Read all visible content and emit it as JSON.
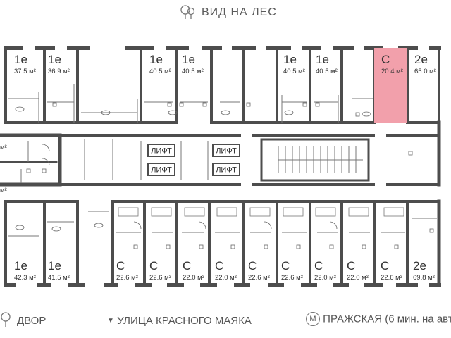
{
  "header": {
    "view_label": "ВИД НА ЛЕС"
  },
  "footer": {
    "yard_label": "ДВОР",
    "street_label": "УЛИЦА КРАСНОГО МАЯКА",
    "metro_icon_letter": "М",
    "metro_label": "ПРАЖСКАЯ (6 мин. на авт"
  },
  "colors": {
    "wall": "#4d4d4d",
    "highlight": "#f2a0ab",
    "text": "#333333"
  },
  "elevator_label": "ЛИФТ",
  "left_edge_marks": [
    "м²",
    "м²"
  ],
  "top_units": [
    {
      "type": "1е",
      "area": "37.5 м²"
    },
    {
      "type": "1е",
      "area": "36.9 м²"
    },
    {
      "type": "1е",
      "area": "40.5 м²"
    },
    {
      "type": "1е",
      "area": "40.5 м²"
    },
    {
      "type": "1е",
      "area": "40.5 м²"
    },
    {
      "type": "1е",
      "area": "40.5 м²"
    },
    {
      "type": "С",
      "area": "20.4 м²",
      "highlighted": true
    },
    {
      "type": "2е",
      "area": "65.0 м²"
    }
  ],
  "bottom_units": [
    {
      "type": "1е",
      "area": "42.3 м²"
    },
    {
      "type": "1е",
      "area": "41.5 м²"
    },
    {
      "type": "С",
      "area": "22.6 м²"
    },
    {
      "type": "С",
      "area": "22.6 м²"
    },
    {
      "type": "С",
      "area": "22.0 м²"
    },
    {
      "type": "С",
      "area": "22.0 м²"
    },
    {
      "type": "С",
      "area": "22.6 м²"
    },
    {
      "type": "С",
      "area": "22.6 м²"
    },
    {
      "type": "С",
      "area": "22.0 м²"
    },
    {
      "type": "С",
      "area": "22.0 м²"
    },
    {
      "type": "С",
      "area": "22.6 м²"
    },
    {
      "type": "2е",
      "area": "69.8 м²"
    }
  ]
}
